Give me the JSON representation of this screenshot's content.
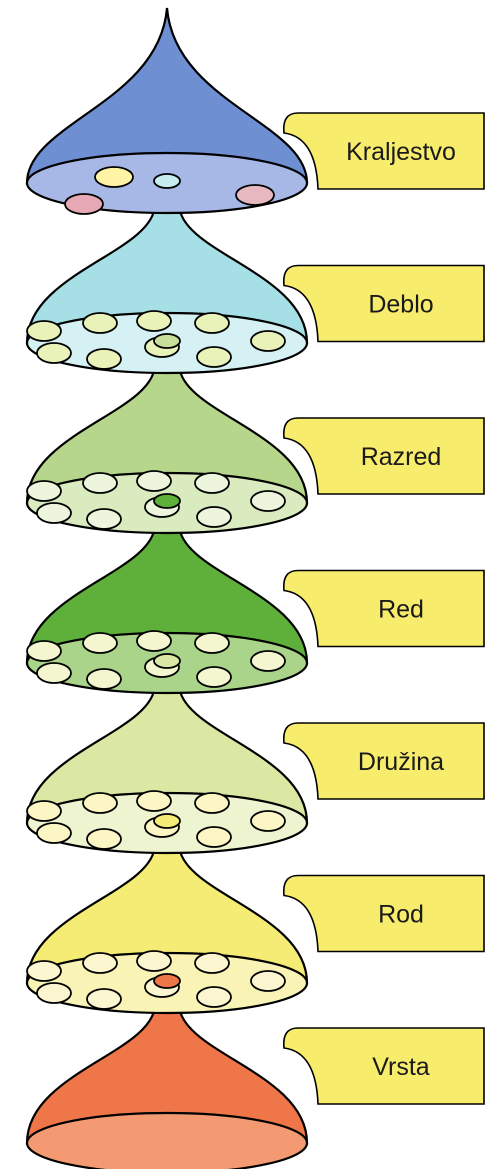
{
  "levels": [
    {
      "label": "Kraljestvo",
      "dome_color": "#6e8fd2",
      "base_color": "#a7b8e6",
      "neck_color": "#c6ecef",
      "spot_color": "#fff4a6"
    },
    {
      "label": "Deblo",
      "dome_color": "#a6e0e6",
      "base_color": "#d6f1f4",
      "neck_color": "#c7df9a",
      "spot_color": "#e9f2b8"
    },
    {
      "label": "Razred",
      "dome_color": "#b6d68c",
      "base_color": "#d9ebbf",
      "neck_color": "#5fb03a",
      "spot_color": "#eef5dd"
    },
    {
      "label": "Red",
      "dome_color": "#5fb03a",
      "base_color": "#a9d48a",
      "neck_color": "#dbe8a4",
      "spot_color": "#f3f6cf"
    },
    {
      "label": "Družina",
      "dome_color": "#dbe8a4",
      "base_color": "#eef4cf",
      "neck_color": "#f4ec74",
      "spot_color": "#fbf6c4"
    },
    {
      "label": "Rod",
      "dome_color": "#f4ec74",
      "base_color": "#f9f4b6",
      "neck_color": "#ee7648",
      "spot_color": "#fbf6d0"
    },
    {
      "label": "Vrsta",
      "dome_color": "#ee7648",
      "base_color": "#f39a72",
      "neck_color": null,
      "spot_color": null
    }
  ],
  "label_box_color": "#f7ec6c",
  "kingdom_spot_colors": [
    "#fff4a6",
    "#e6a8b4",
    "#e6b8c0"
  ]
}
